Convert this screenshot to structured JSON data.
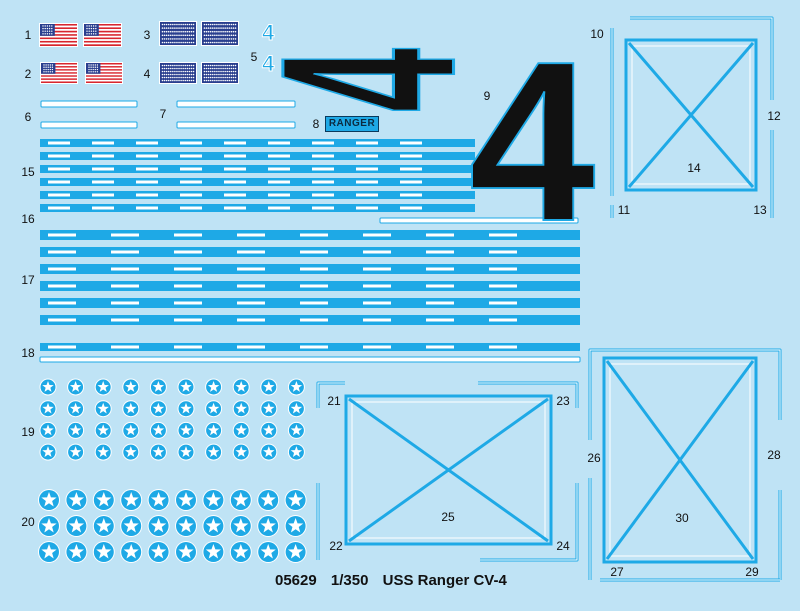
{
  "decal_numbers": [
    "1",
    "2",
    "3",
    "4",
    "5",
    "6",
    "7",
    "8",
    "9",
    "10",
    "11",
    "12",
    "13",
    "14",
    "15",
    "16",
    "17",
    "18",
    "19",
    "20",
    "21",
    "22",
    "23",
    "24",
    "25",
    "26",
    "27",
    "28",
    "29",
    "30"
  ],
  "ranger_label": "RANGER",
  "hull_number": "4",
  "footer": {
    "kit_number": "05629",
    "scale": "1/350",
    "ship_name": "USS Ranger CV-4"
  },
  "colors": {
    "background": "#bfe3f5",
    "decal_blue": "#1ea9e6",
    "black": "#111111",
    "white": "#ffffff",
    "flag_red": "#d8262e",
    "flag_navy": "#2a3f8f"
  },
  "icons": [
    "us-flag-48-star",
    "blue-union-jack",
    "national-roundel-star"
  ]
}
